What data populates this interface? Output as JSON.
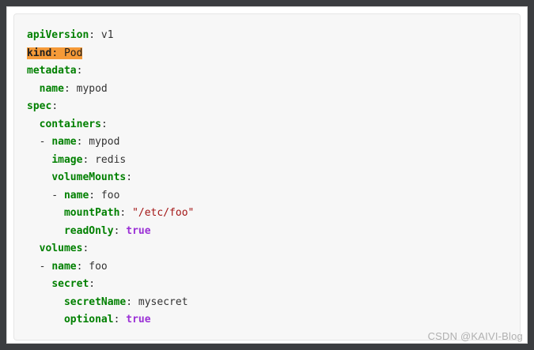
{
  "code": {
    "lines": [
      {
        "indent": "",
        "key": "apiVersion",
        "colon": ":",
        "value": " v1"
      },
      {
        "indent": "",
        "key": "kind",
        "colon": ":",
        "value": " Pod"
      },
      {
        "indent": "",
        "key": "metadata",
        "colon": ":",
        "value": ""
      },
      {
        "indent": "  ",
        "key": "name",
        "colon": ":",
        "value": " mypod"
      },
      {
        "indent": "",
        "key": "spec",
        "colon": ":",
        "value": ""
      },
      {
        "indent": "  ",
        "key": "containers",
        "colon": ":",
        "value": ""
      },
      {
        "indent": "  - ",
        "key": "name",
        "colon": ":",
        "value": " mypod"
      },
      {
        "indent": "    ",
        "key": "image",
        "colon": ":",
        "value": " redis"
      },
      {
        "indent": "    ",
        "key": "volumeMounts",
        "colon": ":",
        "value": ""
      },
      {
        "indent": "    - ",
        "key": "name",
        "colon": ":",
        "value": " foo"
      },
      {
        "indent": "      ",
        "key": "mountPath",
        "colon": ": ",
        "value": "\"/etc/foo\""
      },
      {
        "indent": "      ",
        "key": "readOnly",
        "colon": ": ",
        "value": "true"
      },
      {
        "indent": "  ",
        "key": "volumes",
        "colon": ":",
        "value": ""
      },
      {
        "indent": "  - ",
        "key": "name",
        "colon": ":",
        "value": " foo"
      },
      {
        "indent": "    ",
        "key": "secret",
        "colon": ":",
        "value": ""
      },
      {
        "indent": "      ",
        "key": "secretName",
        "colon": ":",
        "value": " mysecret"
      },
      {
        "indent": "      ",
        "key": "optional",
        "colon": ": ",
        "value": "true"
      }
    ]
  },
  "watermark": "CSDN @KAIVI-Blog",
  "colors": {
    "key": "#008000",
    "string": "#a31515",
    "boolean": "#9b30d6",
    "highlight": "#f59a38",
    "background": "#f7f7f7"
  }
}
